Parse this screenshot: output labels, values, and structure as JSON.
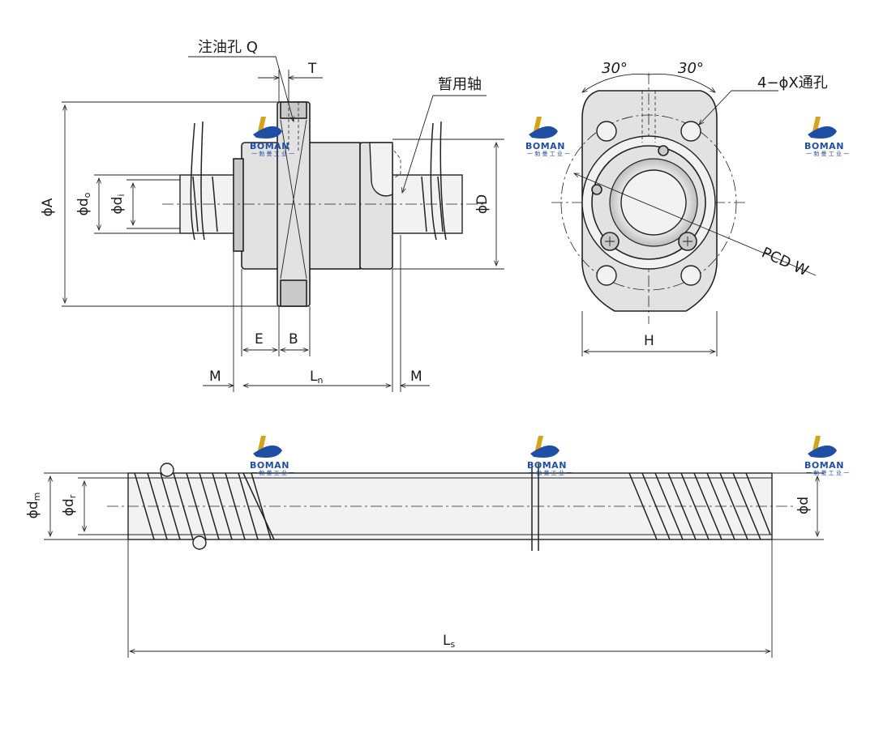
{
  "labels": {
    "oil_hole": "注油孔 Q",
    "T": "T",
    "temp_shaft": "暂用轴",
    "A": "ϕA",
    "do": "ϕd",
    "do_sub": "o",
    "di": "ϕd",
    "di_sub": "i",
    "D": "ϕD",
    "E": "E",
    "B": "B",
    "M_left": "M",
    "Ln": "L",
    "Ln_sub": "n",
    "M_right": "M",
    "angle_left": "30°",
    "angle_right": "30°",
    "holes": "4−ϕX通孔",
    "pcd": "PCD W",
    "H": "H",
    "dm": "ϕd",
    "dm_sub": "m",
    "dr": "ϕd",
    "dr_sub": "r",
    "d": "ϕd",
    "Ls": "L",
    "Ls_sub": "s"
  },
  "logo": {
    "brand": "BOMAN",
    "sub": "一 勃 曼 工 业 一",
    "color": "#1f4fa5",
    "accent": "#d9a21b"
  }
}
